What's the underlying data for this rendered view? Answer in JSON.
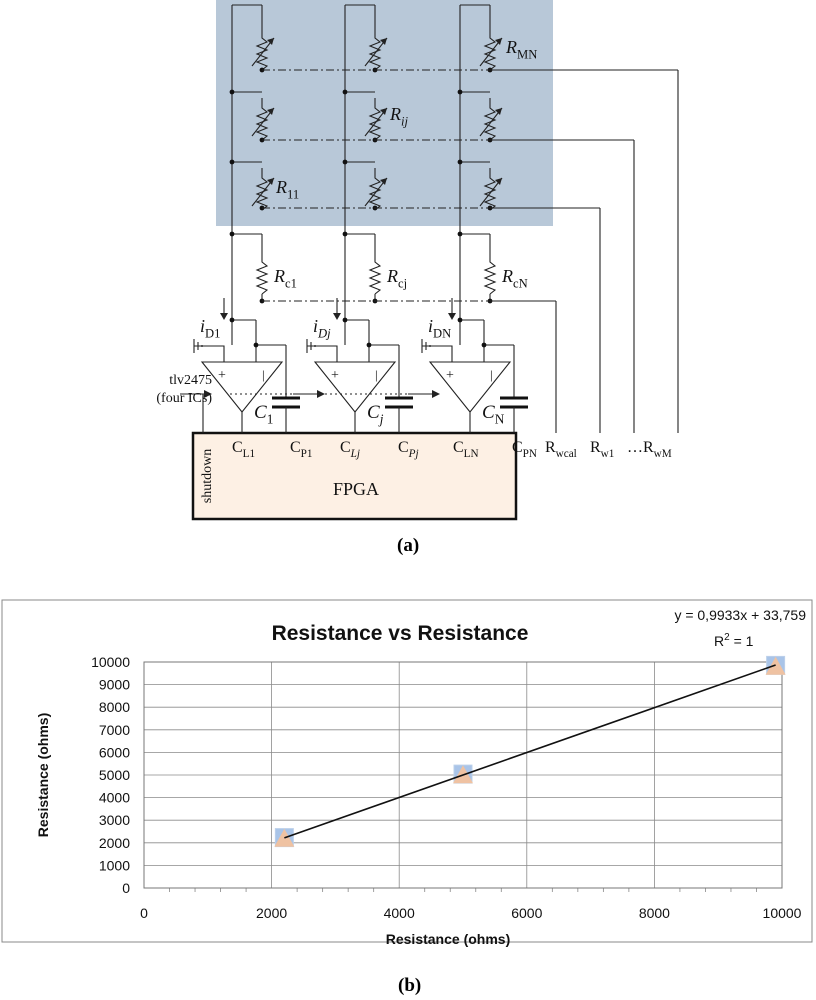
{
  "figure_a": {
    "caption": "(a)",
    "ic_label_line1": "tlv2475",
    "ic_label_line2": "(four ICs)",
    "fpga_label": "FPGA",
    "shutdown_label": "shutdown",
    "res_labels": [
      {
        "main": "R",
        "sub": "MN",
        "italic_sub": false
      },
      {
        "main": "R",
        "sub": "ij",
        "italic_sub": true
      },
      {
        "main": "R",
        "sub": "11",
        "italic_sub": false
      }
    ],
    "rc_labels": [
      {
        "main": "R",
        "sub": "c1",
        "italic_sub": false
      },
      {
        "main": "R",
        "sub": "cj",
        "italic_sub": false
      },
      {
        "main": "R",
        "sub": "cN",
        "italic_sub": false
      }
    ],
    "current_labels": [
      {
        "main": "i",
        "sub": "D1"
      },
      {
        "main": "i",
        "sub": "Dj"
      },
      {
        "main": "i",
        "sub": "DN"
      }
    ],
    "cap_labels": [
      {
        "main": "C",
        "sub": "1"
      },
      {
        "main": "C",
        "sub": "j"
      },
      {
        "main": "C",
        "sub": "N"
      }
    ],
    "pins": [
      {
        "main": "C",
        "sub": "L1"
      },
      {
        "main": "C",
        "sub": "P1"
      },
      {
        "main": "C",
        "sub": "Lj"
      },
      {
        "main": "C",
        "sub": "Pj"
      },
      {
        "main": "C",
        "sub": "LN"
      },
      {
        "main": "C",
        "sub": "PN"
      },
      {
        "main": "R",
        "sub": "wcal"
      },
      {
        "main": "R",
        "sub": "w1"
      },
      {
        "main": "…R",
        "sub": "wM"
      }
    ],
    "colors": {
      "array_bg": "#b8c8d8",
      "fpga_bg": "#fdf0e4"
    }
  },
  "figure_b": {
    "caption": "(b)",
    "equation": "y = 0,9933x + 33,759",
    "r2_main": "R",
    "r2_sup": "2",
    "r2_rest": " = 1"
  },
  "chart_data": {
    "type": "scatter",
    "title": "Resistance vs Resistance",
    "xlabel": "Resistance (ohms)",
    "ylabel": "Resistance (ohms)",
    "xlim": [
      0,
      10000
    ],
    "ylim": [
      0,
      10000
    ],
    "xticks": [
      0,
      2000,
      4000,
      6000,
      8000,
      10000
    ],
    "yticks": [
      0,
      1000,
      2000,
      3000,
      4000,
      5000,
      6000,
      7000,
      8000,
      9000,
      10000
    ],
    "grid": true,
    "series": [
      {
        "marker": "square",
        "color": "#a9c4e8",
        "x": [
          2200,
          5000,
          9900
        ],
        "y": [
          2230,
          5040,
          9850
        ]
      },
      {
        "marker": "triangle",
        "color": "#f6c29a",
        "x": [
          2200,
          5000,
          9900
        ],
        "y": [
          2180,
          4990,
          9790
        ]
      }
    ],
    "trendline": {
      "slope": 0.9933,
      "intercept": 33.759,
      "x_range": [
        2200,
        9900
      ]
    }
  }
}
